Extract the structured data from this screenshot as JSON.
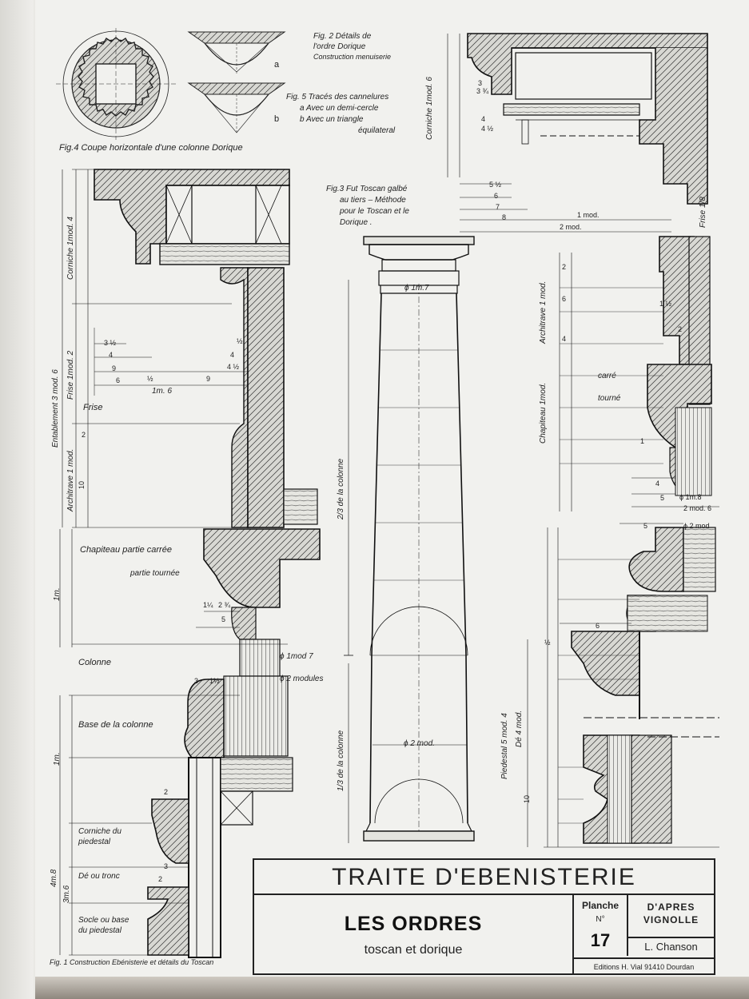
{
  "title_block": {
    "main_title": "TRAITE D'EBENISTERIE",
    "subject": "LES ORDRES",
    "subtitle": "toscan et dorique",
    "planche_label": "Planche",
    "planche_no_label": "N°",
    "planche_number": "17",
    "after_line1": "D'APRES",
    "after_line2": "VIGNOLLE",
    "author": "L. Chanson",
    "publisher": "Editions H. Vial 91410 Dourdan"
  },
  "captions": {
    "fig1": "Fig. 1 Construction Ebénisterie et détails du Toscan",
    "fig2_l1": "Fig. 2 Détails de",
    "fig2_l2": "l'ordre Dorique",
    "fig2_l3": "Construction menuiserie",
    "fig3_l1": "Fig.3 Fut Toscan galbé",
    "fig3_l2": "au tiers – Méthode",
    "fig3_l3": "pour le Toscan et le",
    "fig3_l4": "Dorique .",
    "fig4": "Fig.4 Coupe horizontale d'une colonne Dorique",
    "fig5_l1": "Fig. 5 Tracés des cannelures",
    "fig5_l2": "a Avec un demi-cercle",
    "fig5_l3": "b Avec un triangle",
    "fig5_l4": "équilateral",
    "fig5_a": "a",
    "fig5_b": "b"
  },
  "fig1_labels": {
    "entablement": "Entablement 3 mod. 6",
    "corniche": "Corniche 1mod. 4",
    "frise_v": "Frise 1mod. 2",
    "architrave": "Architrave 1 mod.",
    "frise": "Frise",
    "chapiteau": "Chapiteau partie carrée",
    "partie_tournee": "partie tournée",
    "colonne": "Colonne",
    "mod7": "ϕ 1mod 7",
    "mod2": "ϕ 2 modules",
    "base": "Base de la colonne",
    "corniche_ped1": "Corniche du",
    "corniche_ped2": "piedestal",
    "de": "Dé ou tronc",
    "socle1": "Socle ou base",
    "socle2": "du piedestal",
    "dim_1m6": "1m. 6",
    "dim_1m": "1m.",
    "dim_1m2": "1m.",
    "dim_4m8": "4m.8",
    "dim_3m6": "3m.6",
    "n_3half": "3 ½",
    "n_4a": "4",
    "n_9a": "9",
    "n_6": "6",
    "n_half1": "½",
    "n_half2": "½",
    "n_9b": "9",
    "n_4b": "4",
    "n_4half": "4 ½",
    "n_5": "5",
    "n_23q": "2 ¾",
    "n_1q": "1¼",
    "n_3": "3",
    "n_1half": "1½",
    "n_2a": "2",
    "n_2b": "2",
    "n_3b": "3",
    "n_10": "10",
    "n_2c": "2"
  },
  "fig3_labels": {
    "top_dia": "ϕ 1m.7",
    "mid_dia": "ϕ 2 mod.",
    "two_thirds": "2/3 de la colonne",
    "one_third": "1/3 de la colonne"
  },
  "fig2_labels": {
    "corniche": "Corniche 1mod. 6",
    "architrave": "Architrave 1 mod.",
    "chapiteau": "Chapiteau 1mod.",
    "piedestal": "Piedestal 5 mod. 4",
    "de": "Dé 4 mod.",
    "frise": "Frise 1/8",
    "carre": "carré",
    "tourne": "tourné",
    "mod1": "1 mod.",
    "mod2": "2 mod.",
    "m18": "ϕ 1m.8",
    "mod26": "2 mod. 6",
    "mod2b": "ϕ 2 mod",
    "n_5half": "5 ½",
    "n_6": "6",
    "n_7": "7",
    "n_8": "8",
    "n_4": "4",
    "n_4half": "4 ½",
    "n_3": "3",
    "n_33q": "3 ¾",
    "n_2": "2",
    "n_12": "1 ½",
    "n_5": "5",
    "n_6b": "6",
    "n_4b": "4",
    "n_5b": "5",
    "n_10": "10",
    "n_half": "½",
    "n_1": "1",
    "n_2b": "2",
    "n_6c": "6",
    "n_4c": "4"
  }
}
